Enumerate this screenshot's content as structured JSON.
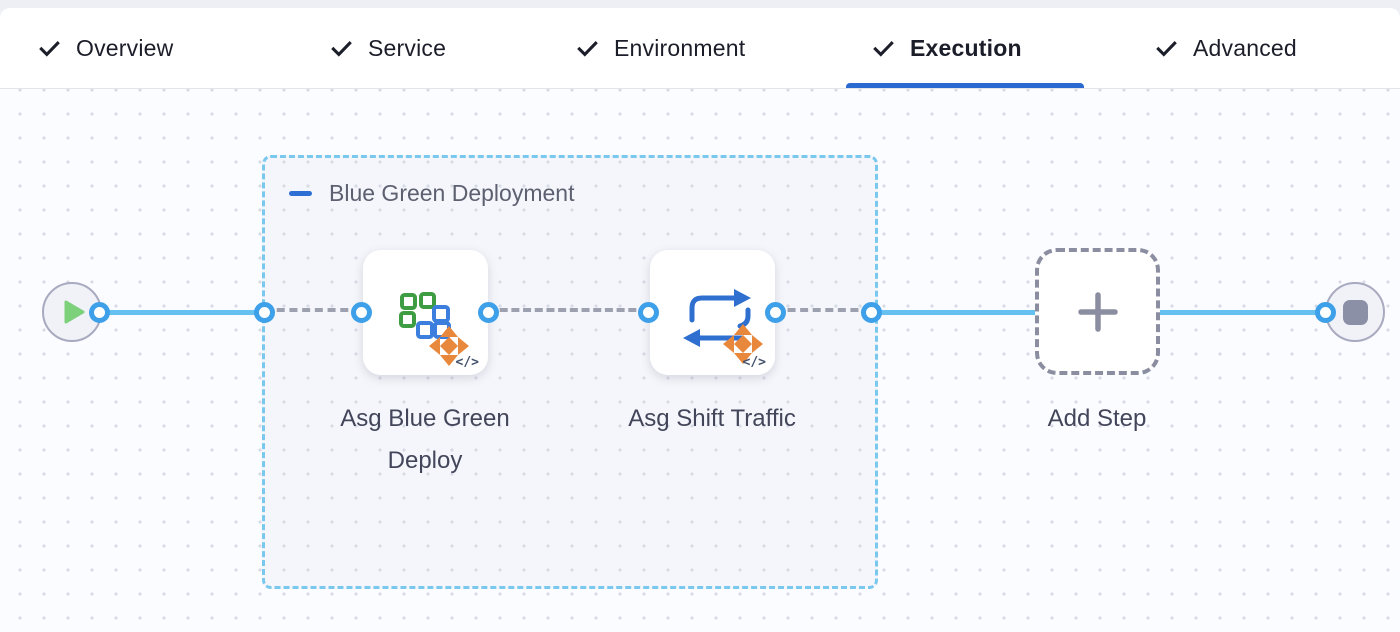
{
  "tabs": [
    {
      "label": "Overview",
      "checked": true,
      "active": false
    },
    {
      "label": "Service",
      "checked": true,
      "active": false
    },
    {
      "label": "Environment",
      "checked": true,
      "active": false
    },
    {
      "label": "Execution",
      "checked": true,
      "active": true
    },
    {
      "label": "Advanced",
      "checked": true,
      "active": false
    }
  ],
  "canvas": {
    "group": {
      "label": "Blue Green Deployment",
      "collapse_icon": "minus-icon"
    },
    "steps": [
      {
        "label": "Asg Blue Green Deploy",
        "icon": "asg-blue-green-deploy-icon",
        "code_badge": "</>"
      },
      {
        "label": "Asg Shift Traffic",
        "icon": "asg-shift-traffic-icon",
        "code_badge": "</>"
      }
    ],
    "add_step": {
      "label": "Add Step",
      "icon": "plus-icon"
    },
    "start_node_icon": "play-icon",
    "end_node_icon": "stop-icon"
  },
  "colors": {
    "active_tab_underline": "#2a69cf",
    "connector_solid": "#66c0f0",
    "connector_dashed": "#9da0ae",
    "port_ring": "#3ea0e9",
    "group_border": "#7bc8ef",
    "icon_green": "#3e9d42",
    "icon_blue": "#3b7ede",
    "icon_orange": "#e8883c",
    "play_green": "#7cd17a",
    "stop_gray": "#8c90a6"
  }
}
